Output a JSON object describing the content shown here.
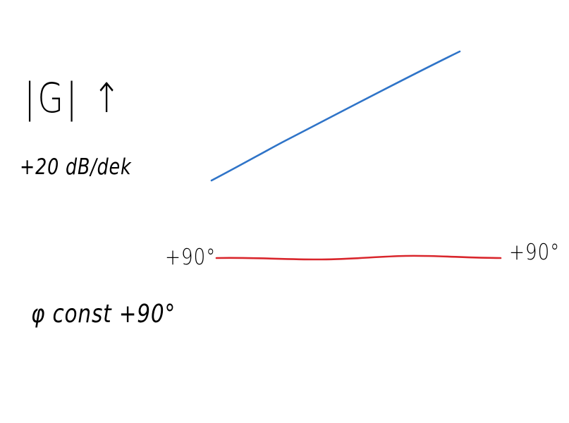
{
  "colors": {
    "magnitude_stroke": "#2f74c8",
    "phase_stroke": "#d9262c",
    "ink": "#000000",
    "background": "#ffffff"
  },
  "labels": {
    "magnitude": "|G| ↑",
    "slope": "+20 dB/dek",
    "phase_left": "+90°",
    "phase_right": "+90°",
    "phase_description": "φ const +90°"
  },
  "curves": {
    "magnitude": {
      "kind": "straight rising line",
      "slope_text": "+20 dB/dek"
    },
    "phase": {
      "kind": "flat line",
      "value_text": "+90°"
    }
  }
}
